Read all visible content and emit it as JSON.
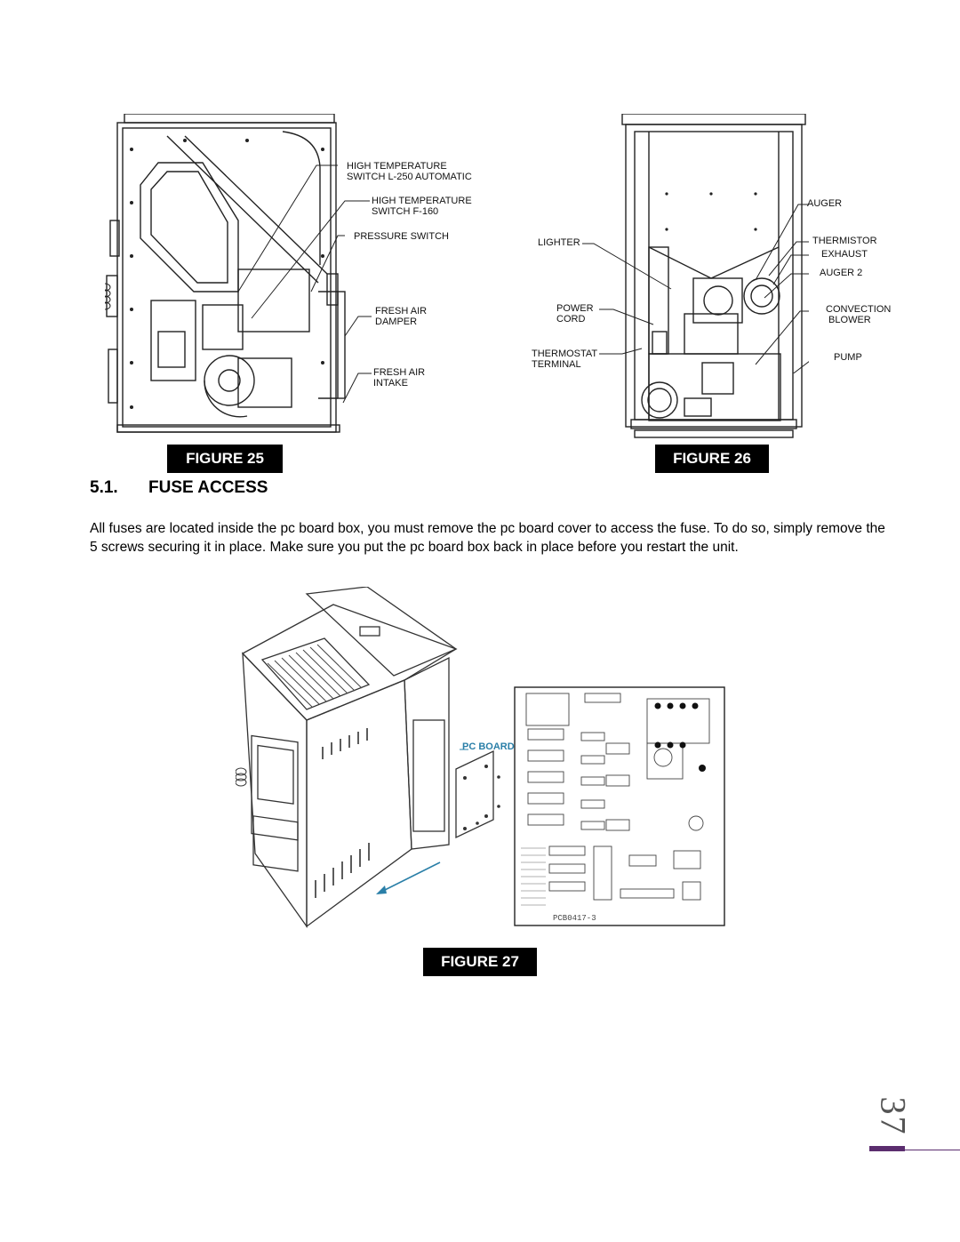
{
  "figure25": {
    "label": "FIGURE 25",
    "callouts": {
      "hi_temp_auto": "HIGH TEMPERATURE\nSWITCH L-250 AUTOMATIC",
      "hi_temp_f160": "HIGH TEMPERATURE\nSWITCH F-160",
      "pressure_switch": "PRESSURE SWITCH",
      "fresh_air_damper": "FRESH AIR\nDAMPER",
      "fresh_air_intake": "FRESH AIR\nINTAKE"
    }
  },
  "figure26": {
    "label": "FIGURE 26",
    "callouts": {
      "auger": "AUGER",
      "lighter": "LIGHTER",
      "thermistor": "THERMISTOR",
      "exhaust": "EXHAUST",
      "auger2": "AUGER 2",
      "power_cord": "POWER\nCORD",
      "convection_blower": "CONVECTION\n BLOWER",
      "thermostat_terminal": "THERMOSTAT\nTERMINAL",
      "pump": "PUMP"
    }
  },
  "section": {
    "number": "5.1.",
    "title": "FUSE ACCESS",
    "body": "All fuses are located inside the pc board box, you must remove the pc board cover to access the fuse. To do so, simply remove the 5 screws securing it in place. Make sure you put the pc board box back in place before you restart the unit."
  },
  "figure27": {
    "label": "FIGURE 27",
    "pc_board_label": "PC BOARD",
    "board_code": "PCB0417-3"
  },
  "page": {
    "number": "37",
    "accent_color": "#5b2d6e"
  }
}
